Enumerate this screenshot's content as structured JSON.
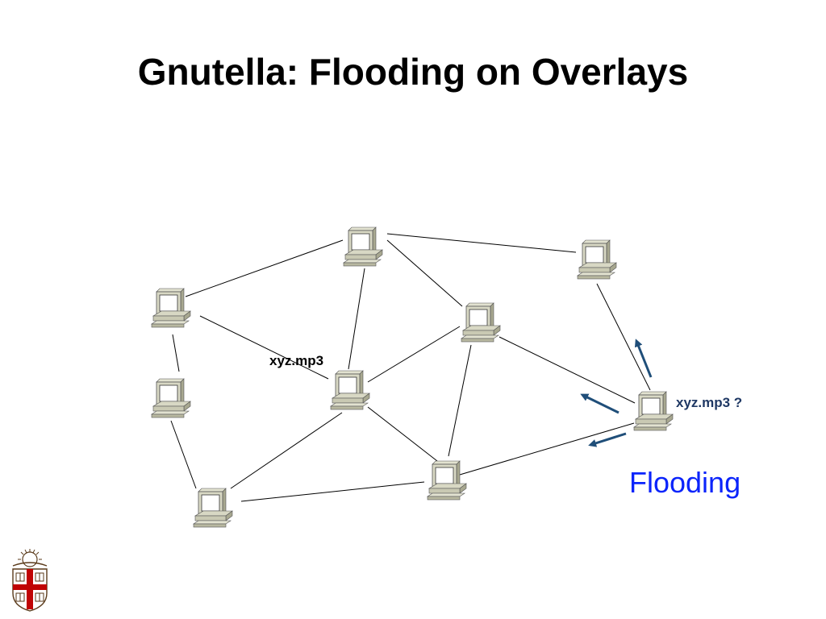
{
  "slide": {
    "title": "Gnutella: Flooding on Overlays",
    "file_label": "xyz.mp3",
    "query_label": "xyz.mp3 ?",
    "flooding_label": "Flooding"
  },
  "colors": {
    "flooding_text": "#0b24fb",
    "query_text": "#1f3864",
    "arrow": "#1f4e79",
    "edge": "#000000"
  },
  "network": {
    "nodes": [
      "top",
      "top-right",
      "left-upper",
      "left-lower",
      "center",
      "center-right",
      "querier",
      "bottom-left",
      "bottom-center"
    ],
    "edges": [
      [
        "top",
        "top-right"
      ],
      [
        "top",
        "left-upper"
      ],
      [
        "top",
        "center"
      ],
      [
        "top",
        "center-right"
      ],
      [
        "left-upper",
        "left-lower"
      ],
      [
        "left-upper",
        "center"
      ],
      [
        "left-lower",
        "bottom-left"
      ],
      [
        "center",
        "center-right"
      ],
      [
        "center",
        "bottom-left"
      ],
      [
        "center",
        "bottom-center"
      ],
      [
        "center-right",
        "bottom-center"
      ],
      [
        "center-right",
        "querier"
      ],
      [
        "top-right",
        "querier"
      ],
      [
        "bottom-left",
        "bottom-center"
      ],
      [
        "bottom-center",
        "querier"
      ]
    ]
  }
}
